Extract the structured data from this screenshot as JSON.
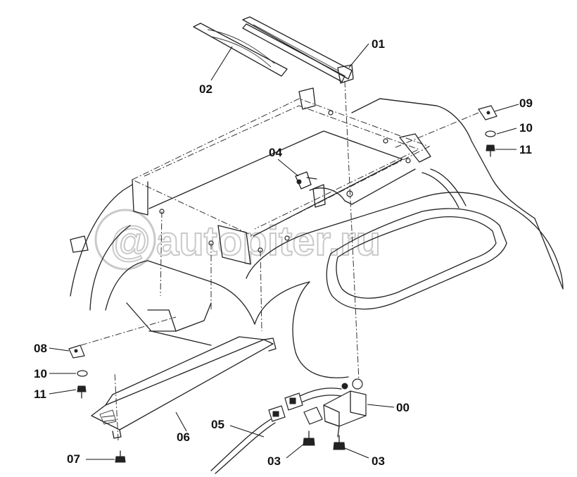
{
  "watermark": {
    "text": "autopiter.ru",
    "symbol": "@"
  },
  "parts": {
    "p00": "00",
    "p01": "01",
    "p02": "02",
    "p03a": "03",
    "p03b": "03",
    "p04": "04",
    "p05": "05",
    "p06": "06",
    "p07": "07",
    "p08": "08",
    "p09": "09",
    "p10a": "10",
    "p10b": "10",
    "p11a": "11",
    "p11b": "11"
  }
}
